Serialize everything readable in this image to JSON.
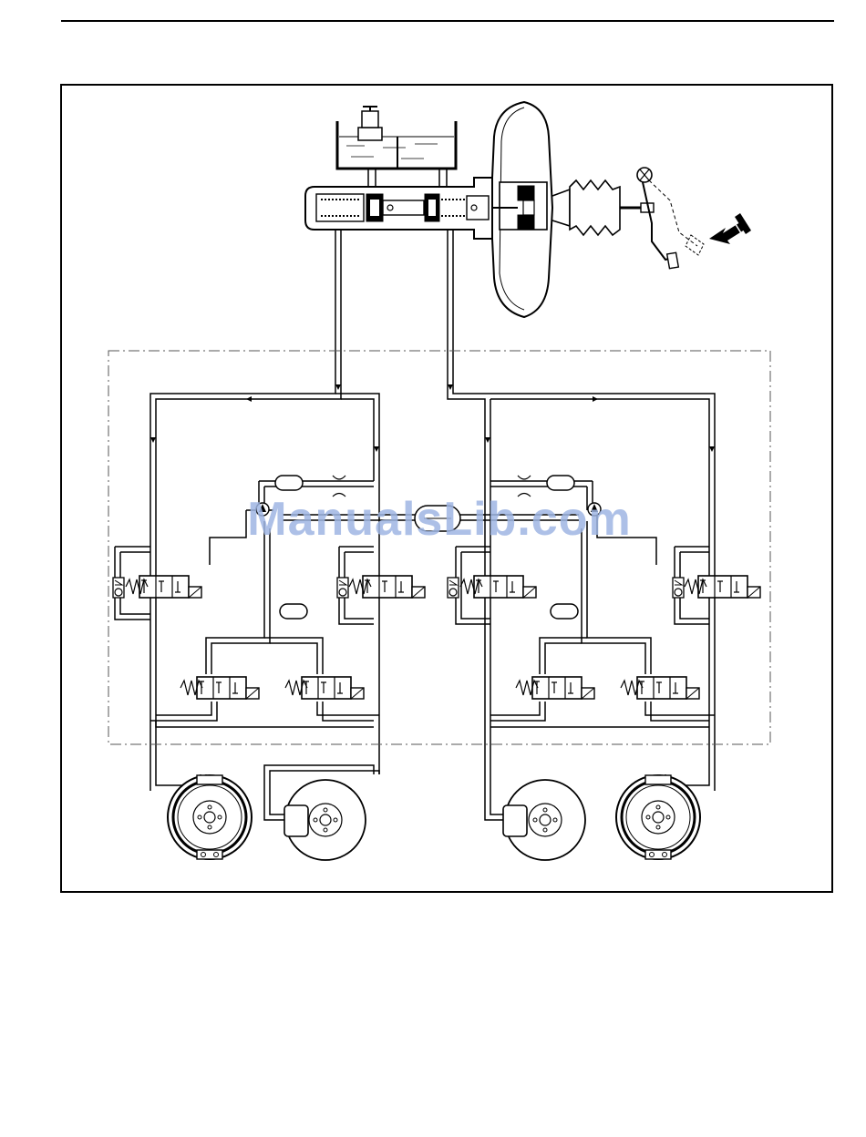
{
  "watermark": "ManualsLib.com",
  "diagram": {
    "components": [
      "fluid-reservoir",
      "master-cylinder",
      "brake-booster",
      "brake-pedal",
      "hydraulic-modulator",
      "inlet-valve",
      "outlet-valve",
      "return-pump",
      "accumulator",
      "drum-brake",
      "disc-brake"
    ],
    "colors": {
      "line": "#000000",
      "dash": "#555555",
      "watermark": "#9fb6e3"
    },
    "icons": [
      "arrow-icon",
      "spring-icon",
      "check-valve-icon",
      "solenoid-icon"
    ]
  }
}
